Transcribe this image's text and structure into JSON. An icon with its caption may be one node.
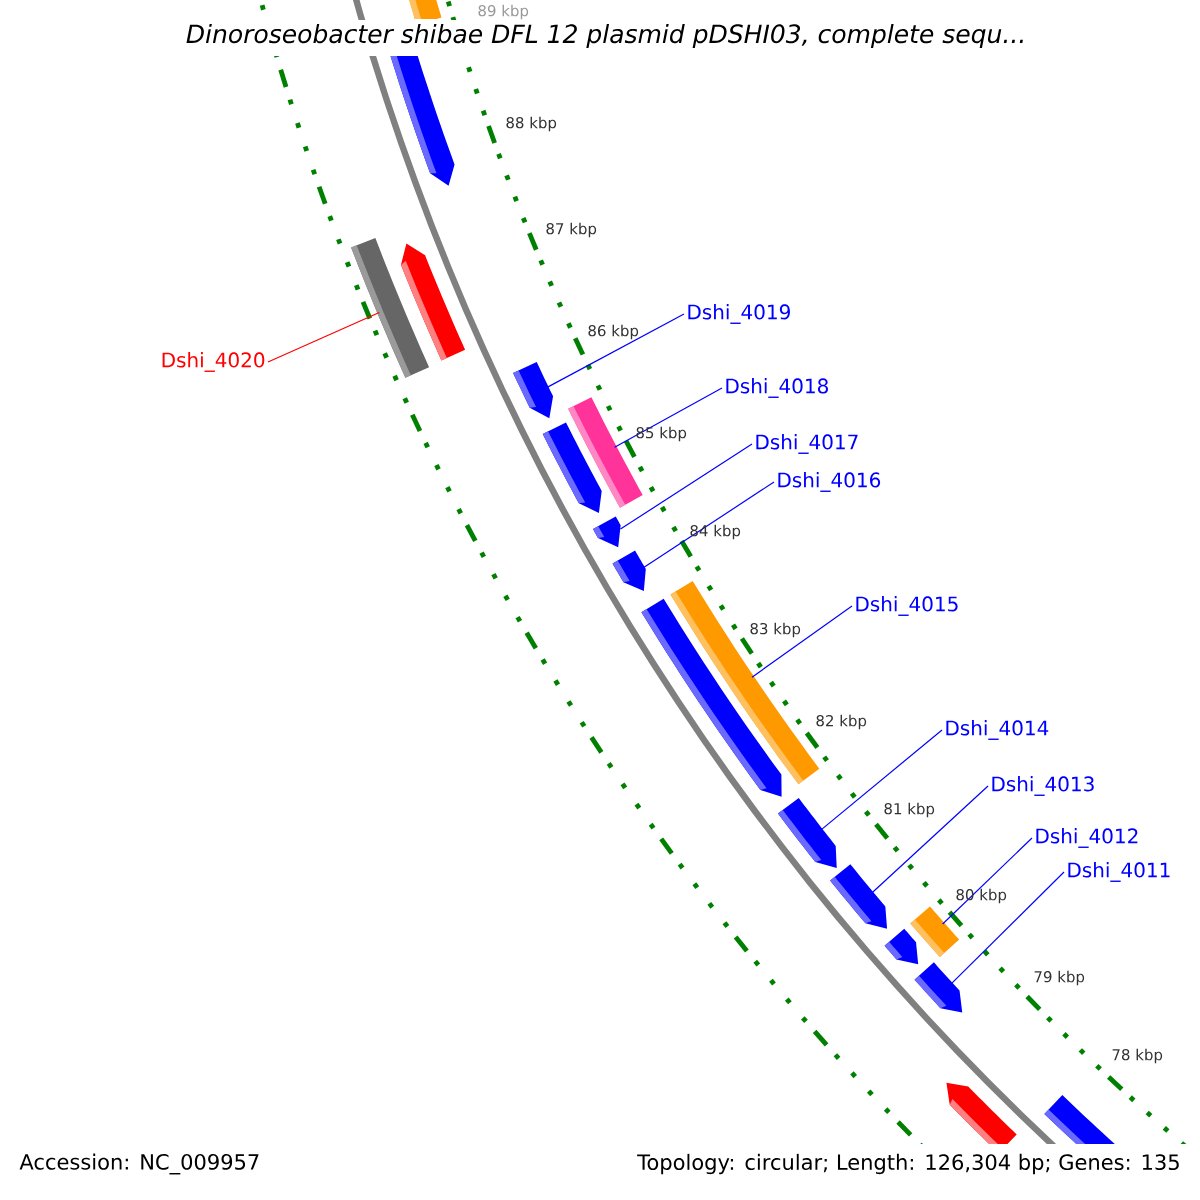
{
  "diagram": {
    "title": "Dinoroseobacter shibae DFL 12 plasmid pDSHI03, complete sequ...",
    "nodes": [
      {
        "text": [
          "Dshi_4019"
        ]
      },
      {
        "text": [
          "Dshi_4020"
        ]
      },
      {
        "text": [
          "Dshi_4018"
        ]
      },
      {
        "text": [
          "Dshi_4017"
        ]
      },
      {
        "text": [
          "Dshi_4016"
        ]
      },
      {
        "text": [
          "Dshi_4015"
        ]
      },
      {
        "text": [
          "Dshi_4014"
        ]
      },
      {
        "text": [
          "Dshi_4013"
        ]
      },
      {
        "text": [
          "Dshi_4012"
        ]
      },
      {
        "text": [
          "Dshi_4011"
        ]
      },
      {
        "text": [],
        "shape": "arrow"
      },
      {
        "text": [],
        "shape": "bar"
      },
      {
        "text": [],
        "shape": "bar"
      },
      {
        "text": [],
        "shape": "arrow"
      },
      {
        "text": [],
        "shape": "arrow"
      },
      {
        "text": [],
        "shape": "bar"
      },
      {
        "text": [],
        "shape": "arrow"
      },
      {
        "text": [],
        "shape": "arrow"
      },
      {
        "text": [],
        "shape": "arrow"
      },
      {
        "text": [],
        "shape": "bar"
      },
      {
        "text": [],
        "shape": "arrow"
      },
      {
        "text": [],
        "shape": "arrow"
      },
      {
        "text": [],
        "shape": "arrow"
      },
      {
        "text": [],
        "shape": "bar"
      },
      {
        "text": [],
        "shape": "arrow"
      },
      {
        "text": [],
        "shape": "arrow"
      },
      {
        "text": [],
        "shape": "arrow"
      },
      {
        "text": [],
        "shape": "arrow"
      }
    ],
    "edges": [
      {
        "from": 0,
        "to": 14,
        "arrow": "none"
      },
      {
        "from": 1,
        "to": 12,
        "arrow": "none",
        "color": "#ff0000"
      },
      {
        "from": 2,
        "to": 15,
        "arrow": "none"
      },
      {
        "from": 3,
        "to": 17,
        "arrow": "none"
      },
      {
        "from": 4,
        "to": 18,
        "arrow": "none"
      },
      {
        "from": 5,
        "to": 19,
        "arrow": "none"
      },
      {
        "from": 6,
        "to": 21,
        "arrow": "none"
      },
      {
        "from": 7,
        "to": 22,
        "arrow": "none"
      },
      {
        "from": 8,
        "to": 23,
        "arrow": "none"
      },
      {
        "from": 9,
        "to": 25,
        "arrow": "none"
      }
    ],
    "labels": [
      "89 kbp",
      "88 kbp",
      "87 kbp",
      "86 kbp",
      "85 kbp",
      "84 kbp",
      "83 kbp",
      "82 kbp",
      "81 kbp",
      "80 kbp",
      "79 kbp",
      "78 kbp",
      "Accession: NC_009957",
      "Topology: circular; Length: 126,304 bp; Genes: 135"
    ]
  }
}
